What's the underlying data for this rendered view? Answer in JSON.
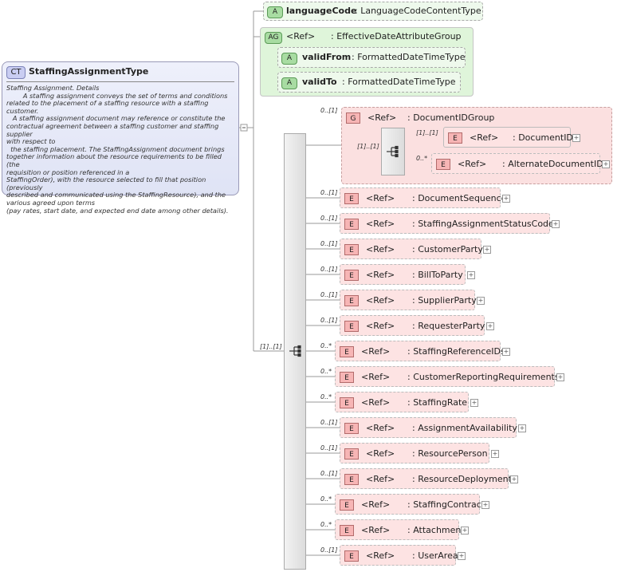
{
  "complex_type": {
    "badge": "CT",
    "name": "StaffingAssignmentType",
    "documentation": "Staffing Assignment. Details\n        A staffing assignment conveys the set of terms and conditions\nrelated to the placement of a staffing resource with a staffing customer.\n   A staffing assignment document may reference or constitute the\ncontractual agreement between a staffing customer and staffing supplier\nwith respect to\n  the staffing placement. The StaffingAssignment document brings\ntogether information about the resource requirements to be filled (the\nrequisition or position referenced in a\nStaffingOrder), with the resource selected to fill that position (previously\ndescribed and communicated using the StaffingResource), and the\nvarious agreed upon terms\n(pay rates, start date, and expected end date among other details)."
  },
  "attributes": {
    "language_code": {
      "badge": "A",
      "name": "languageCode",
      "type": ": LanguageCodeContentType"
    },
    "attribute_group": {
      "badge": "AG",
      "ref": "<Ref>",
      "name": ": EffectiveDateAttributeGroup",
      "items": [
        {
          "badge": "A",
          "name": "validFrom",
          "type": ": FormattedDateTimeType"
        },
        {
          "badge": "A",
          "name": "validTo",
          "type": ": FormattedDateTimeType"
        }
      ]
    }
  },
  "sequence": {
    "cardinality": "[1]..[1]"
  },
  "document_id_group": {
    "badge": "G",
    "ref": "<Ref>",
    "name": ": DocumentIDGroup",
    "cardinality": "0..[1]",
    "choice_cardinality": "[1]..[1]",
    "elements": [
      {
        "badge": "E",
        "ref": "<Ref>",
        "name": ": DocumentID",
        "cardinality": "[1]..[1]"
      },
      {
        "badge": "E",
        "ref": "<Ref>",
        "name": ": AlternateDocumentID",
        "cardinality": "0..*"
      }
    ]
  },
  "elements": [
    {
      "badge": "E",
      "ref": "<Ref>",
      "name": ": DocumentSequence",
      "cardinality": "0..[1]"
    },
    {
      "badge": "E",
      "ref": "<Ref>",
      "name": ": StaffingAssignmentStatusCode",
      "cardinality": "0..[1]"
    },
    {
      "badge": "E",
      "ref": "<Ref>",
      "name": ": CustomerParty",
      "cardinality": "0..[1]"
    },
    {
      "badge": "E",
      "ref": "<Ref>",
      "name": ": BillToParty",
      "cardinality": "0..[1]"
    },
    {
      "badge": "E",
      "ref": "<Ref>",
      "name": ": SupplierParty",
      "cardinality": "0..[1]"
    },
    {
      "badge": "E",
      "ref": "<Ref>",
      "name": ": RequesterParty",
      "cardinality": "0..[1]"
    },
    {
      "badge": "E",
      "ref": "<Ref>",
      "name": ": StaffingReferenceIDs",
      "cardinality": "0..*"
    },
    {
      "badge": "E",
      "ref": "<Ref>",
      "name": ": CustomerReportingRequirements",
      "cardinality": "0..*"
    },
    {
      "badge": "E",
      "ref": "<Ref>",
      "name": ": StaffingRate",
      "cardinality": "0..*"
    },
    {
      "badge": "E",
      "ref": "<Ref>",
      "name": ": AssignmentAvailability",
      "cardinality": "0..[1]"
    },
    {
      "badge": "E",
      "ref": "<Ref>",
      "name": ": ResourcePerson",
      "cardinality": "0..[1]"
    },
    {
      "badge": "E",
      "ref": "<Ref>",
      "name": ": ResourceDeployment",
      "cardinality": "0..[1]"
    },
    {
      "badge": "E",
      "ref": "<Ref>",
      "name": ": StaffingContract",
      "cardinality": "0..*"
    },
    {
      "badge": "E",
      "ref": "<Ref>",
      "name": ": Attachment",
      "cardinality": "0..*"
    },
    {
      "badge": "E",
      "ref": "<Ref>",
      "name": ": UserArea",
      "cardinality": "0..[1]"
    }
  ],
  "icons": {
    "expand": "plus-icon",
    "collapse": "minus-icon",
    "sequence": "sequence-icon"
  },
  "colors": {
    "complex_type_bg": "#dfe3f5",
    "attribute_bg": "#dff5da",
    "element_bg": "#fde3e3",
    "group_bg": "#fbe0e0"
  }
}
